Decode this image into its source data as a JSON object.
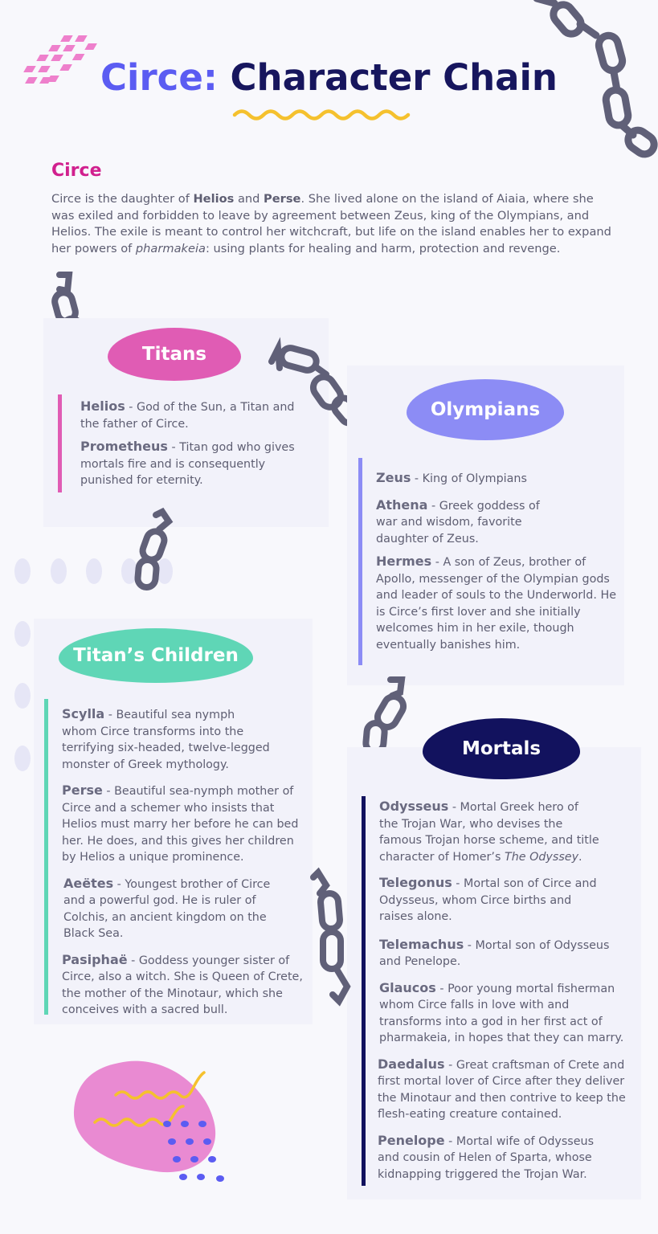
{
  "title": {
    "part1": "Circe:",
    "part2": "Character Chain"
  },
  "intro": {
    "heading": "Circe",
    "text_a": "Circe is the daughter of ",
    "helios": "Helios",
    "and": " and ",
    "perse": "Perse",
    "text_b": ". She lived alone on the island of Aiaia, where she was exiled and forbidden to leave by agreement between Zeus, king of the Olympians, and  Helios. The exile is meant to control her witchcraft, but life on the island enables her to expand her powers of ",
    "pharmakeia": "pharmakeia",
    "text_c": ": using plants for healing and harm, protection and revenge."
  },
  "groups": {
    "titans": {
      "label": "Titans",
      "color": "#e05cb4",
      "entries": [
        {
          "name": "Helios",
          "desc": "God of  the Sun, a Titan and the father of Circe."
        },
        {
          "name": "Prometheus",
          "desc": "Titan god who gives mortals fire and is consequently punished for eternity."
        }
      ]
    },
    "olympians": {
      "label": "Olympians",
      "color": "#8c8cf5",
      "entries": [
        {
          "name": "Zeus",
          "desc": "King of Olympians"
        },
        {
          "name": "Athena",
          "desc": "Greek goddess of war and wisdom, favorite daughter of Zeus."
        },
        {
          "name": "Hermes",
          "desc": "A son of Zeus, brother of Apollo, messenger of the Olympian gods and leader of souls to the Underworld. He is Circe’s first lover and she initially welcomes him in her exile, though eventually banishes him."
        }
      ]
    },
    "children": {
      "label": "Titan’s Children",
      "color": "#5fd6b6",
      "entries": [
        {
          "name": "Scylla",
          "desc": "Beautiful sea nymph whom Circe transforms into the terrifying six-headed, twelve-legged monster of Greek mythology."
        },
        {
          "name": "Perse",
          "desc": "Beautiful sea-nymph mother of Circe and a schemer who insists that Helios must marry her before he can bed her. He does, and this gives her children by Helios a unique prominence."
        },
        {
          "name": "Aeëtes",
          "desc": "Youngest brother of Circe and a powerful god. He is ruler of Colchis, an ancient kingdom on the Black Sea."
        },
        {
          "name": "Pasiphaë",
          "desc": "Goddess younger sister of Circe, also a witch. She is Queen of Crete, the mother of the Minotaur, which she conceives with a sacred bull."
        }
      ]
    },
    "mortals": {
      "label": "Mortals",
      "color": "#12125e",
      "entries": [
        {
          "name": "Odysseus",
          "desc_a": "Mortal Greek hero of the Trojan War, who devises the famous Trojan horse scheme, and title character of Homer’s ",
          "desc_i": "The Odyssey",
          "desc_b": "."
        },
        {
          "name": "Telegonus",
          "desc": "Mortal son of Circe and Odysseus, whom Circe births and raises alone."
        },
        {
          "name": "Telemachus",
          "desc": "Mortal son of Odysseus and Penelope."
        },
        {
          "name": "Glaucos",
          "desc": "Poor young mortal fisherman whom Circe falls in love with and transforms into a god in her first act of pharmakeia, in hopes that they can marry."
        },
        {
          "name": "Daedalus",
          "desc": "Great craftsman of Crete and first mortal lover of Circe after they deliver the Minotaur and then contrive to keep the flesh-eating creature contained."
        },
        {
          "name": "Penelope",
          "desc": "Mortal wife of Odysseus and cousin of Helen of Sparta, whose kidnapping triggered the Trojan War."
        }
      ]
    }
  },
  "dash": " - ",
  "colors": {
    "chain": "#606078",
    "wave": "#f5c12e",
    "diamonds": "#ee80cc",
    "blob": "#e98ad2",
    "dots": "#5b5cf2",
    "ovals": "#e6e6f6"
  },
  "icons": [
    "chain-icon",
    "wave-icon",
    "diamond-grid-icon",
    "blob-decoration"
  ]
}
